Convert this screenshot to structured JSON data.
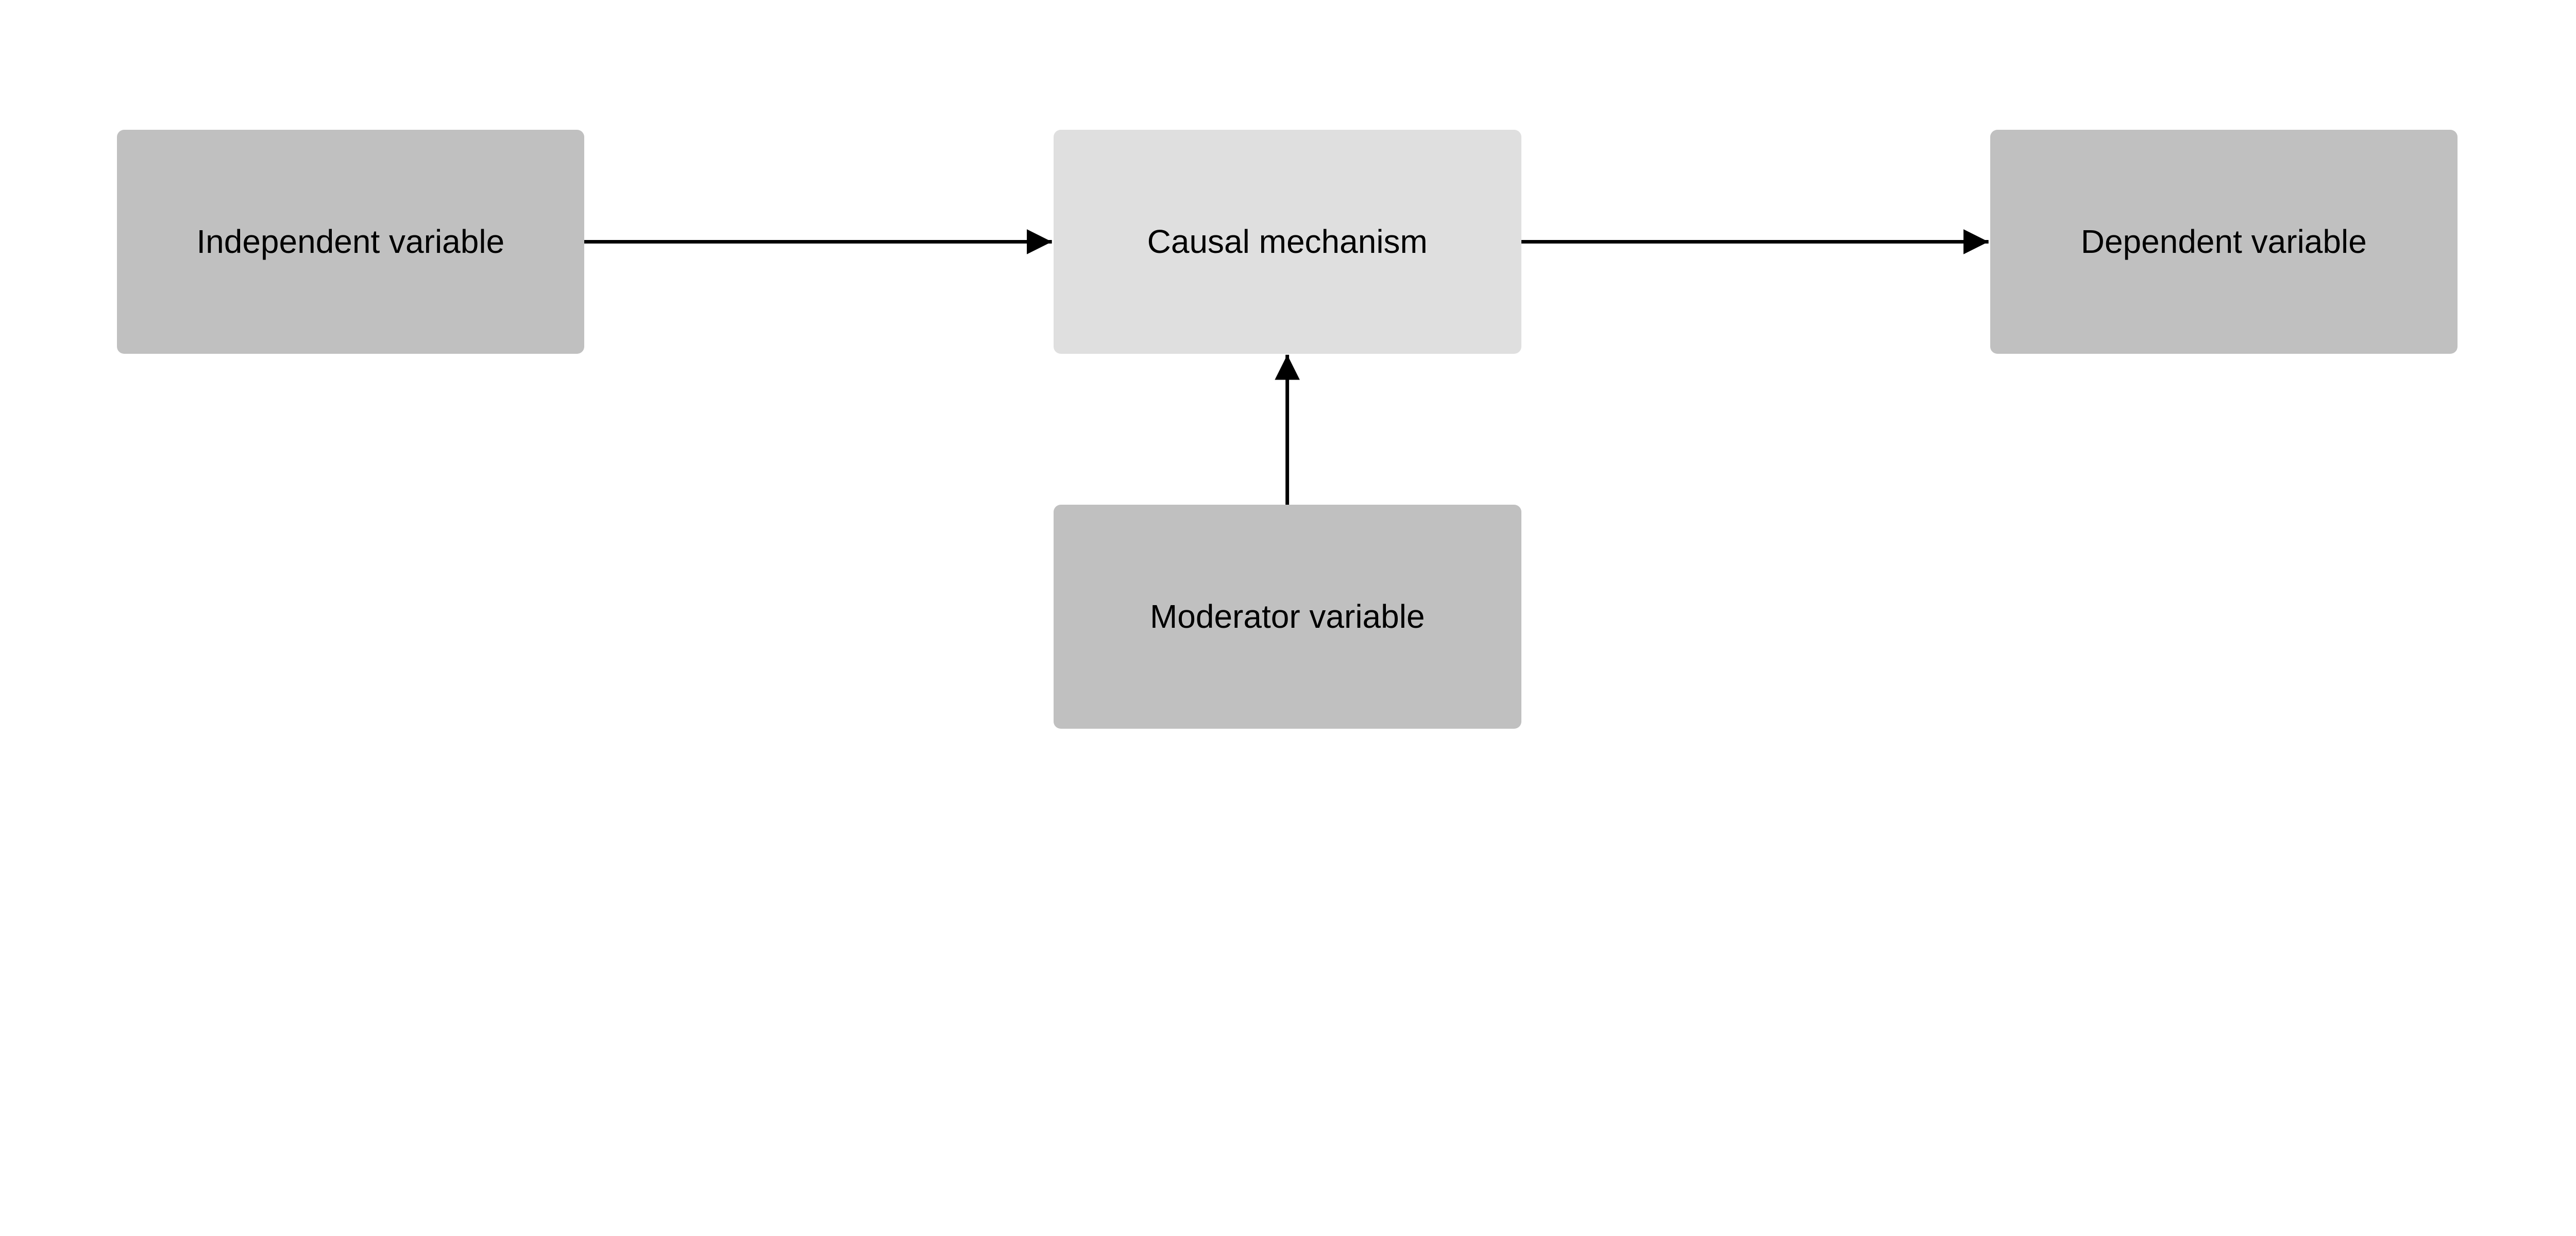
{
  "nodes": {
    "independent": {
      "label": "Independent variable",
      "color": "#c0c0c0"
    },
    "mechanism": {
      "label": "Causal mechanism",
      "color": "#dfdfdf"
    },
    "dependent": {
      "label": "Dependent variable",
      "color": "#c0c0c0"
    },
    "moderator": {
      "label": "Moderator variable",
      "color": "#c0c0c0"
    }
  },
  "edges": [
    {
      "from": "independent",
      "to": "mechanism"
    },
    {
      "from": "mechanism",
      "to": "dependent"
    },
    {
      "from": "moderator",
      "to": "mechanism"
    }
  ],
  "colors": {
    "arrow": "#000000",
    "background": "#ffffff"
  }
}
